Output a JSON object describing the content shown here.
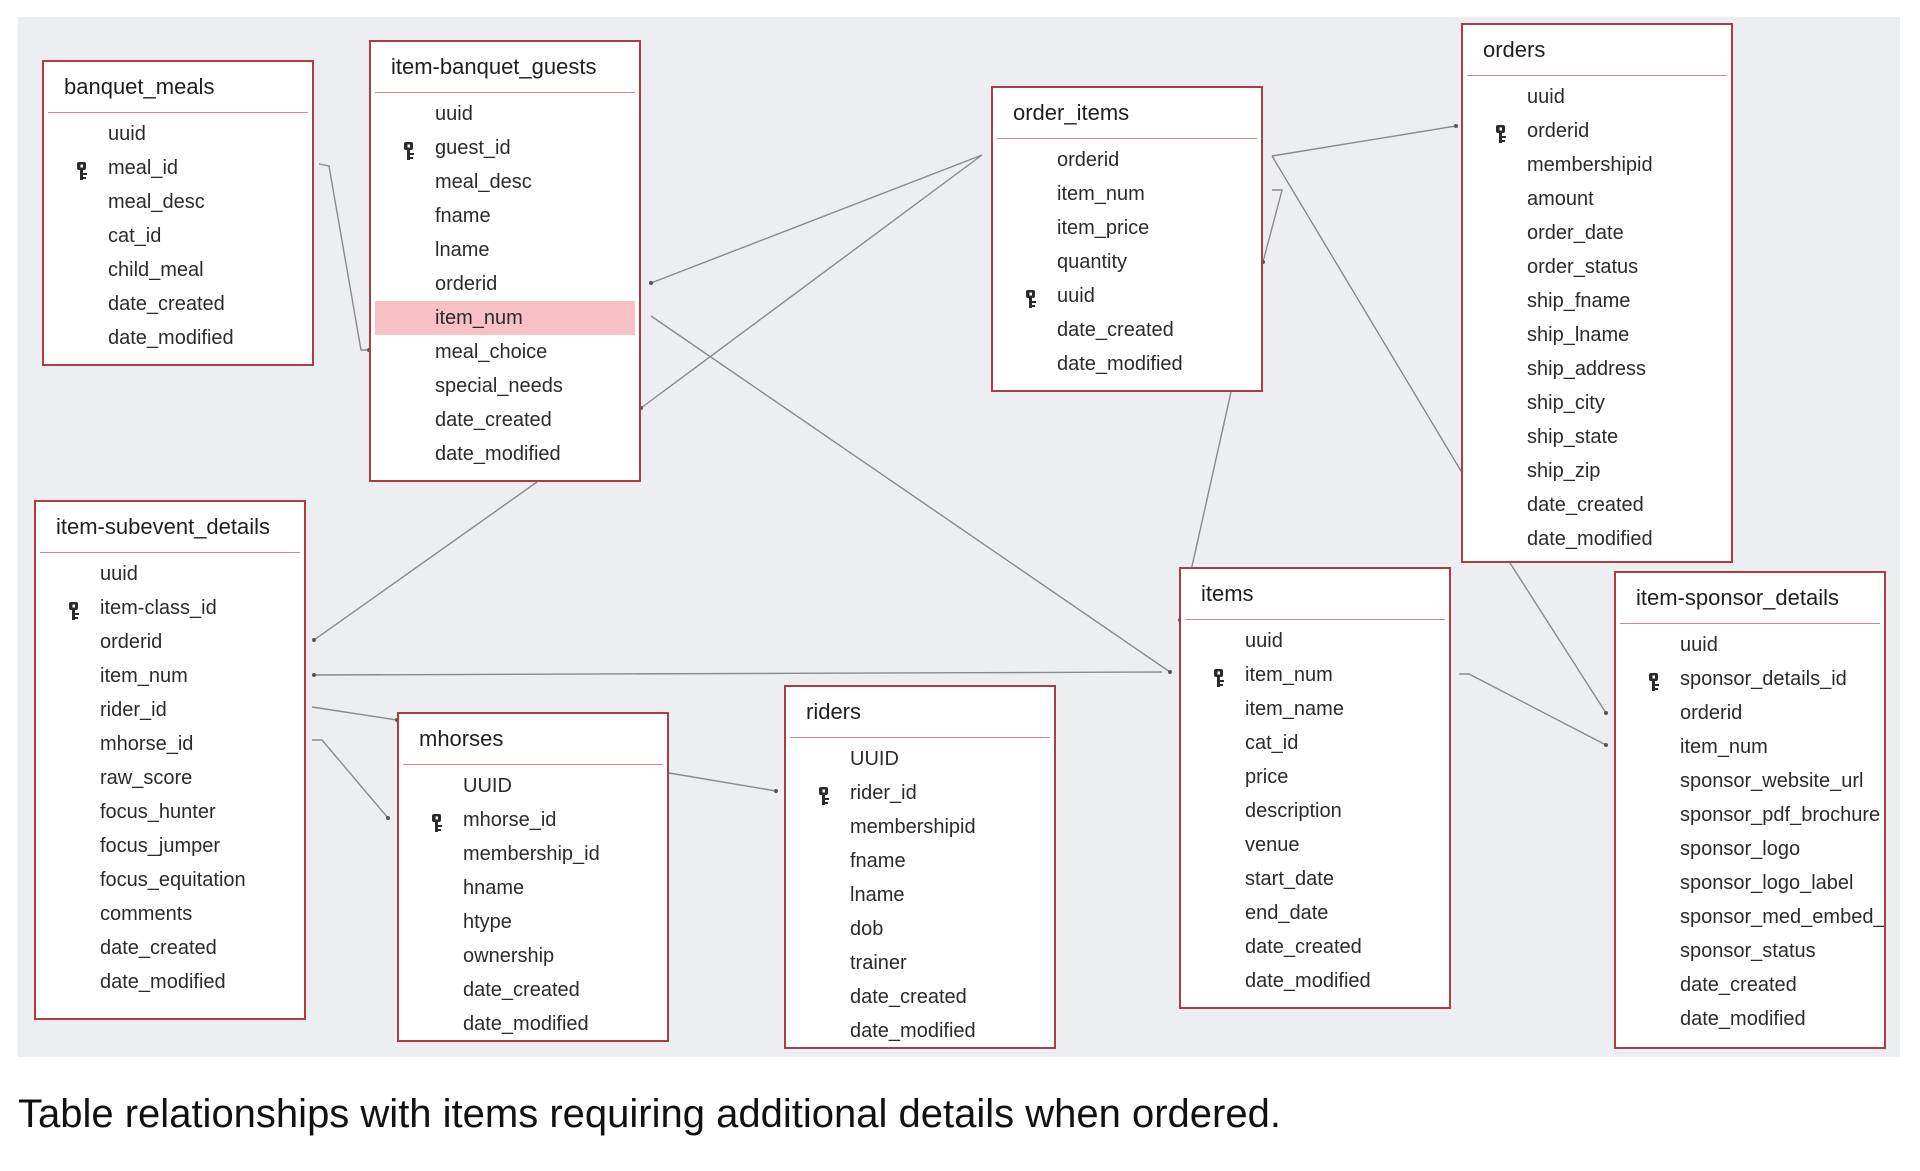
{
  "diagram": {
    "tables": [
      {
        "id": "banquet_meals",
        "title": "banquet_meals",
        "key_field": 1,
        "fields": [
          "uuid",
          "meal_id",
          "meal_desc",
          "cat_id",
          "child_meal",
          "date_created",
          "date_modified"
        ]
      },
      {
        "id": "item-banquet_guests",
        "title": "item-banquet_guests",
        "key_field": 1,
        "highlight_field": 6,
        "fields": [
          "uuid",
          "guest_id",
          "meal_desc",
          "fname",
          "lname",
          "orderid",
          "item_num",
          "meal_choice",
          "special_needs",
          "date_created",
          "date_modified"
        ]
      },
      {
        "id": "order_items",
        "title": "order_items",
        "key_field": 4,
        "fields": [
          "orderid",
          "item_num",
          "item_price",
          "quantity",
          "uuid",
          "date_created",
          "date_modified"
        ]
      },
      {
        "id": "orders",
        "title": "orders",
        "key_field": 1,
        "fields": [
          "uuid",
          "orderid",
          "membershipid",
          "amount",
          "order_date",
          "order_status",
          "ship_fname",
          "ship_lname",
          "ship_address",
          "ship_city",
          "ship_state",
          "ship_zip",
          "date_created",
          "date_modified"
        ]
      },
      {
        "id": "item-subevent_details",
        "title": "item-subevent_details",
        "key_field": 1,
        "fields": [
          "uuid",
          "item-class_id",
          "orderid",
          "item_num",
          "rider_id",
          "mhorse_id",
          "raw_score",
          "focus_hunter",
          "focus_jumper",
          "focus_equitation",
          "comments",
          "date_created",
          "date_modified"
        ]
      },
      {
        "id": "mhorses",
        "title": "mhorses",
        "key_field": 1,
        "fields": [
          "UUID",
          "mhorse_id",
          "membership_id",
          "hname",
          "htype",
          "ownership",
          "date_created",
          "date_modified"
        ]
      },
      {
        "id": "riders",
        "title": "riders",
        "key_field": 1,
        "fields": [
          "UUID",
          "rider_id",
          "membershipid",
          "fname",
          "lname",
          "dob",
          "trainer",
          "date_created",
          "date_modified"
        ]
      },
      {
        "id": "items",
        "title": "items",
        "key_field": 1,
        "fields": [
          "uuid",
          "item_num",
          "item_name",
          "cat_id",
          "price",
          "description",
          "venue",
          "start_date",
          "end_date",
          "date_created",
          "date_modified"
        ]
      },
      {
        "id": "item-sponsor_details",
        "title": "item-sponsor_details",
        "key_field": 1,
        "fields": [
          "uuid",
          "sponsor_details_id",
          "orderid",
          "item_num",
          "sponsor_website_url",
          "sponsor_pdf_brochure",
          "sponsor_logo",
          "sponsor_logo_label",
          "sponsor_med_embed_code",
          "sponsor_status",
          "date_created",
          "date_modified"
        ]
      }
    ],
    "icons": {
      "primary_key": "key-icon"
    },
    "colors": {
      "canvas_bg": "#eceef1",
      "table_border": "#b23a44",
      "title_rule": "#d8868b",
      "highlight": "#f8c1c4",
      "link_line": "#8a8a8a"
    }
  },
  "caption": "Table relationships with items requiring additional details when ordered."
}
